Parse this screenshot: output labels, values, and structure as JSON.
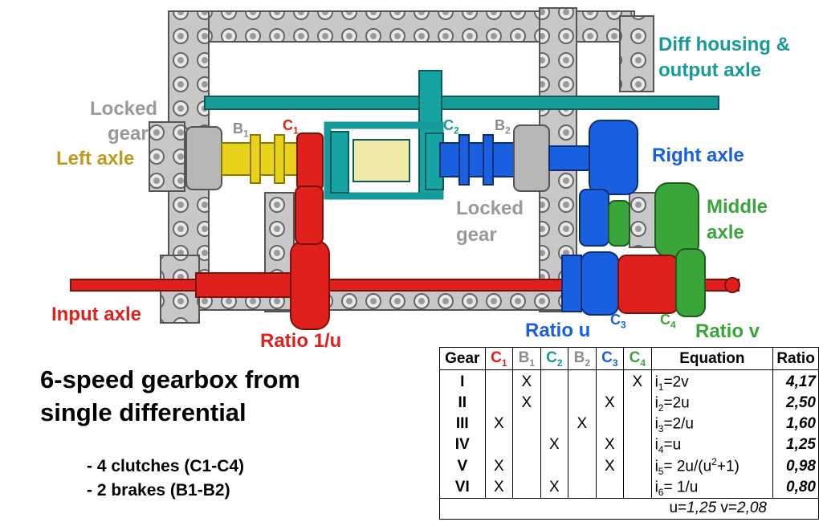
{
  "labels": {
    "diff_housing": "Diff housing &",
    "output_axle": "output axle",
    "locked_gear_left_1": "Locked",
    "locked_gear_left_2": "gear",
    "left_axle": "Left axle",
    "right_axle": "Right axle",
    "locked_gear_mid_1": "Locked",
    "locked_gear_mid_2": "gear",
    "middle_axle_1": "Middle",
    "middle_axle_2": "axle",
    "input_axle": "Input axle",
    "ratio_1u": "Ratio 1/u",
    "ratio_u": "Ratio u",
    "ratio_v": "Ratio v"
  },
  "component_tags": [
    {
      "letter": "B",
      "sub": "1",
      "color": "#8c8c8c"
    },
    {
      "letter": "C",
      "sub": "1",
      "color": "#e0201a"
    },
    {
      "letter": "C",
      "sub": "2",
      "color": "#169a9a"
    },
    {
      "letter": "B",
      "sub": "2",
      "color": "#8c8c8c"
    },
    {
      "letter": "C",
      "sub": "3",
      "color": "#1860e0"
    },
    {
      "letter": "C",
      "sub": "4",
      "color": "#3aa63a"
    }
  ],
  "title_line1": "6-speed gearbox from",
  "title_line2": "single differential",
  "bullet1": "- 4 clutches (C1-C4)",
  "bullet2": "- 2 brakes (B1-B2)",
  "table": {
    "gear_header": "Gear",
    "columns": [
      {
        "letter": "C",
        "sub": "1",
        "color": "#e0201a"
      },
      {
        "letter": "B",
        "sub": "1",
        "color": "#8c8c8c"
      },
      {
        "letter": "C",
        "sub": "2",
        "color": "#169a9a"
      },
      {
        "letter": "B",
        "sub": "2",
        "color": "#8c8c8c"
      },
      {
        "letter": "C",
        "sub": "3",
        "color": "#1860e0"
      },
      {
        "letter": "C",
        "sub": "4",
        "color": "#3aa63a"
      }
    ],
    "equation_header": "Equation",
    "ratio_header": "Ratio",
    "rows": [
      {
        "gear": "I",
        "marks": [
          "",
          "X",
          "",
          "",
          "",
          "X"
        ],
        "eq_pre": "i",
        "eq_sub": "1",
        "eq_main": "=2v",
        "eq_sup": "",
        "eq_post": "",
        "ratio": "4,17"
      },
      {
        "gear": "II",
        "marks": [
          "",
          "X",
          "",
          "",
          "X",
          ""
        ],
        "eq_pre": "i",
        "eq_sub": "2",
        "eq_main": "=2u",
        "eq_sup": "",
        "eq_post": "",
        "ratio": "2,50"
      },
      {
        "gear": "III",
        "marks": [
          "X",
          "",
          "",
          "X",
          "",
          ""
        ],
        "eq_pre": "i",
        "eq_sub": "3",
        "eq_main": "=2/u",
        "eq_sup": "",
        "eq_post": "",
        "ratio": "1,60"
      },
      {
        "gear": "IV",
        "marks": [
          "",
          "",
          "X",
          "",
          "X",
          ""
        ],
        "eq_pre": "i",
        "eq_sub": "4",
        "eq_main": "=u",
        "eq_sup": "",
        "eq_post": "",
        "ratio": "1,25"
      },
      {
        "gear": "V",
        "marks": [
          "X",
          "",
          "",
          "",
          "X",
          ""
        ],
        "eq_pre": "i",
        "eq_sub": "5",
        "eq_main": "= 2u/(u",
        "eq_sup": "2",
        "eq_post": "+1)",
        "ratio": "0,98"
      },
      {
        "gear": "VI",
        "marks": [
          "X",
          "",
          "X",
          "",
          "",
          ""
        ],
        "eq_pre": "i",
        "eq_sub": "6",
        "eq_main": "= 1/u",
        "eq_sup": "",
        "eq_post": "",
        "ratio": "0,80"
      }
    ],
    "footer_u_label": "u=",
    "footer_u_value": "1,25",
    "footer_v_label": " v=",
    "footer_v_value": "2,08"
  },
  "colors": {
    "frame_gray": "#c8c8c8",
    "frame_edge": "#6e6e6e",
    "teal": "#169a9a",
    "blue": "#1860e0",
    "red": "#e0201a",
    "yellow": "#e8d21a",
    "green": "#3aa63a",
    "gold_label": "#bf9a1c",
    "gray_label": "#9a9a9a"
  }
}
